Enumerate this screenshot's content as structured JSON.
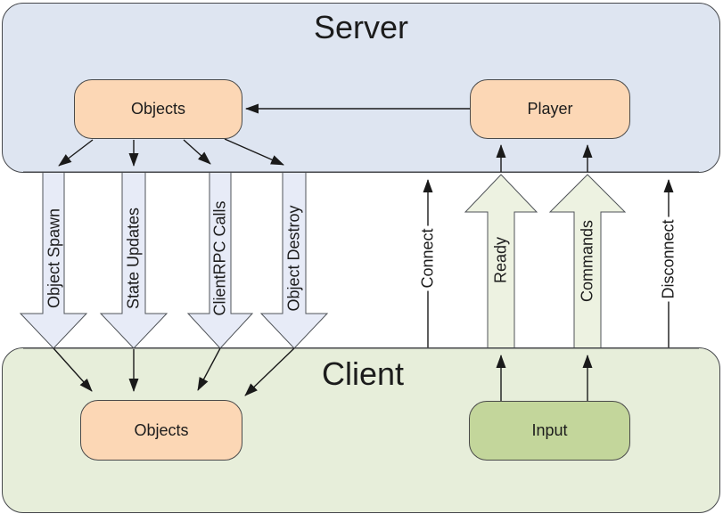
{
  "regions": {
    "server": {
      "label": "Server"
    },
    "client": {
      "label": "Client"
    }
  },
  "nodes": {
    "server_objects": {
      "label": "Objects"
    },
    "player": {
      "label": "Player"
    },
    "client_objects": {
      "label": "Objects"
    },
    "input": {
      "label": "Input"
    }
  },
  "flows": {
    "object_spawn": {
      "label": "Object Spawn",
      "direction": "server-to-client"
    },
    "state_updates": {
      "label": "State Updates",
      "direction": "server-to-client"
    },
    "clientrpc_calls": {
      "label": "ClientRPC Calls",
      "direction": "server-to-client"
    },
    "object_destroy": {
      "label": "Object Destroy",
      "direction": "server-to-client"
    },
    "connect": {
      "label": "Connect",
      "direction": "client-to-server"
    },
    "ready": {
      "label": "Ready",
      "direction": "client-to-server"
    },
    "commands": {
      "label": "Commands",
      "direction": "client-to-server"
    },
    "disconnect": {
      "label": "Disconnect",
      "direction": "client-to-server"
    }
  },
  "colors": {
    "server_fill": "#dee5f1",
    "client_fill": "#e7eeda",
    "down_arrow_fill": "#e7ebf7",
    "up_arrow_fill": "#edf2e1",
    "object_fill": "#fcd7b5",
    "input_fill": "#c3d69b",
    "outline": "#45474b",
    "connector": "#1a1a1a",
    "background": "#ffffff"
  }
}
